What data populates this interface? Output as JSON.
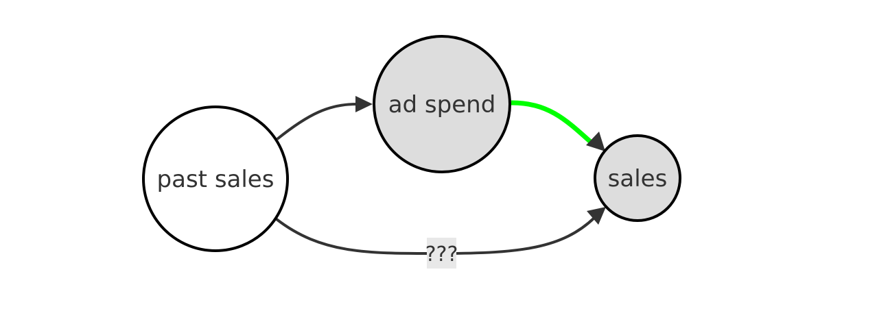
{
  "nodes": {
    "past_sales": {
      "label": "past sales",
      "fill": "#ffffff"
    },
    "ad_spend": {
      "label": "ad spend",
      "fill": "#dddddd"
    },
    "sales": {
      "label": "sales",
      "fill": "#dddddd"
    }
  },
  "edges": {
    "past_to_ad": {
      "from": "past sales",
      "to": "ad spend",
      "color": "#333333"
    },
    "ad_to_sales": {
      "from": "ad spend",
      "to": "sales",
      "color": "#00ff00"
    },
    "past_to_sales": {
      "from": "past sales",
      "to": "sales",
      "color": "#333333",
      "label": "???"
    }
  }
}
